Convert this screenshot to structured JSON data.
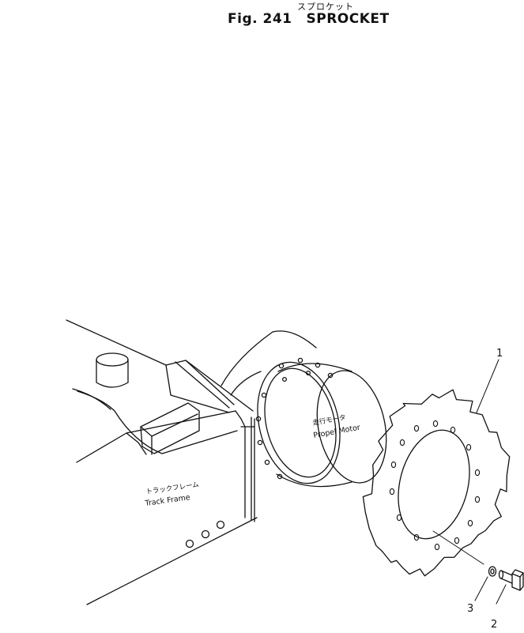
{
  "header": {
    "title_jp": "スプロケット",
    "fig_label": "Fig. 241",
    "title": "SPROCKET"
  },
  "labels": {
    "motor_jp": "走行モータ",
    "motor_en": "Propel Motor",
    "frame_jp": "トラックフレーム",
    "frame_en": "Track Frame"
  },
  "callouts": [
    "1",
    "2",
    "3"
  ]
}
